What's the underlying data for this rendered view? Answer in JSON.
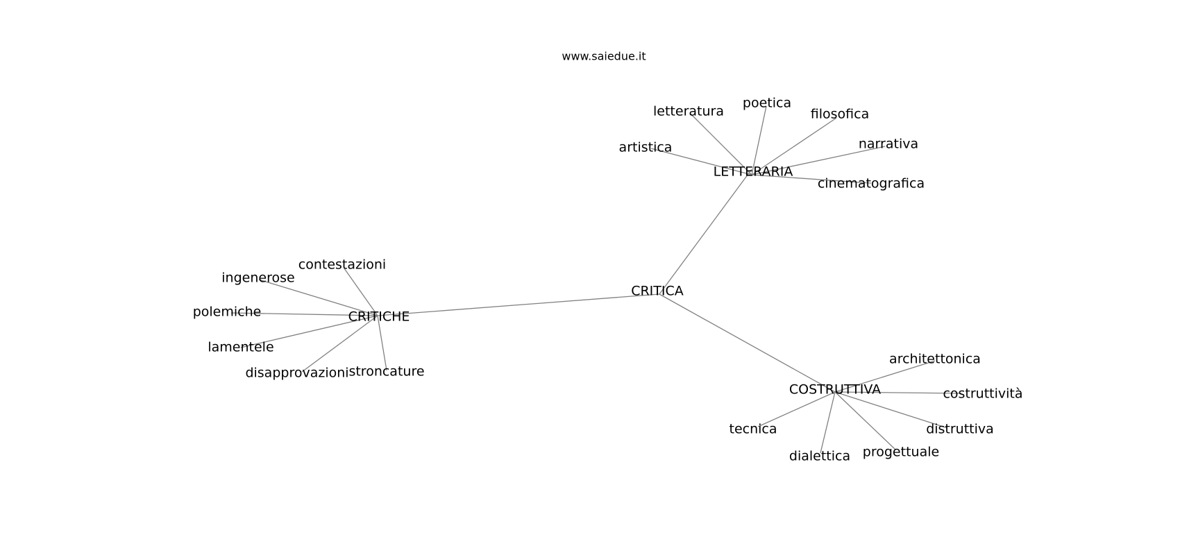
{
  "watermark": "www.saiedue.it",
  "graph": {
    "nodes": [
      {
        "id": "critica",
        "label": "CRITICA"
      },
      {
        "id": "letteraria",
        "label": "LETTERARIA"
      },
      {
        "id": "critiche",
        "label": "CRITICHE"
      },
      {
        "id": "costruttiva",
        "label": "COSTRUTTIVA"
      },
      {
        "id": "letteratura",
        "label": "letteratura"
      },
      {
        "id": "poetica",
        "label": "poetica"
      },
      {
        "id": "filosofica",
        "label": "filosofica"
      },
      {
        "id": "artistica",
        "label": "artistica"
      },
      {
        "id": "narrativa",
        "label": "narrativa"
      },
      {
        "id": "cinematografica",
        "label": "cinematografica"
      },
      {
        "id": "contestazioni",
        "label": "contestazioni"
      },
      {
        "id": "ingenerose",
        "label": "ingenerose"
      },
      {
        "id": "polemiche",
        "label": "polemiche"
      },
      {
        "id": "lamentele",
        "label": "lamentele"
      },
      {
        "id": "disapprovazioni",
        "label": "disapprovazioni"
      },
      {
        "id": "stroncature",
        "label": "stroncature"
      },
      {
        "id": "architettonica",
        "label": "architettonica"
      },
      {
        "id": "costruttivita",
        "label": "costruttività"
      },
      {
        "id": "tecnica",
        "label": "tecnica"
      },
      {
        "id": "distruttiva",
        "label": "distruttiva"
      },
      {
        "id": "dialettica",
        "label": "dialettica"
      },
      {
        "id": "progettuale",
        "label": "progettuale"
      }
    ],
    "edges": [
      [
        "critica",
        "letteraria"
      ],
      [
        "critica",
        "critiche"
      ],
      [
        "critica",
        "costruttiva"
      ],
      [
        "letteraria",
        "letteratura"
      ],
      [
        "letteraria",
        "poetica"
      ],
      [
        "letteraria",
        "filosofica"
      ],
      [
        "letteraria",
        "artistica"
      ],
      [
        "letteraria",
        "narrativa"
      ],
      [
        "letteraria",
        "cinematografica"
      ],
      [
        "critiche",
        "contestazioni"
      ],
      [
        "critiche",
        "ingenerose"
      ],
      [
        "critiche",
        "polemiche"
      ],
      [
        "critiche",
        "lamentele"
      ],
      [
        "critiche",
        "disapprovazioni"
      ],
      [
        "critiche",
        "stroncature"
      ],
      [
        "costruttiva",
        "architettonica"
      ],
      [
        "costruttiva",
        "costruttivita"
      ],
      [
        "costruttiva",
        "tecnica"
      ],
      [
        "costruttiva",
        "distruttiva"
      ],
      [
        "costruttiva",
        "dialettica"
      ],
      [
        "costruttiva",
        "progettuale"
      ]
    ]
  }
}
